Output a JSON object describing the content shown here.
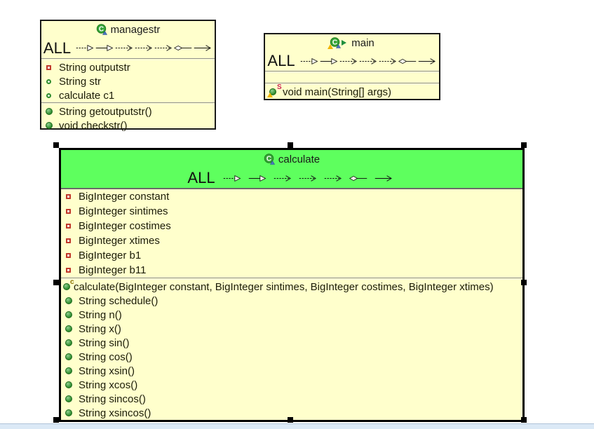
{
  "diagram": {
    "type": "uml-class-diagram",
    "arrow_bar": {
      "label": "ALL",
      "arrows": [
        "realization-arrow",
        "generalization-arrow",
        "dependency-arrow",
        "dependency-arrow",
        "dependency-arrow",
        "aggregation-arrow",
        "association-arrow"
      ]
    },
    "colors": {
      "box_fill": "#ffffcc",
      "selected_header_fill": "#5eff5e",
      "box_border": "#1a1a1a",
      "selection_border": "#000000",
      "separator": "#8f8f8f",
      "bottom_strip": "#dbe9f6",
      "private_icon": "#c0392b",
      "public_icon": "#2e8b2e",
      "constructor_marker_color": "#8a7000",
      "static_marker_color": "#cc2255"
    },
    "icons": {
      "class-icon": "green circle with white letter C and blue triangle overlay",
      "runnable-class-icon": "green circle C with warning triangle and green play arrow",
      "private-field-icon": "hollow red square",
      "public-field-icon": "hollow green circle",
      "public-method-icon": "solid green sphere",
      "warning-icon": "small yellow triangle",
      "selection-handle": "small black square"
    }
  },
  "classes": [
    {
      "name": "managestr",
      "selected": false,
      "fields": [
        {
          "visibility": "private",
          "text": "String outputstr"
        },
        {
          "visibility": "public",
          "text": "String str"
        },
        {
          "visibility": "public",
          "text": "calculate c1"
        }
      ],
      "methods": [
        {
          "visibility": "public",
          "text": "String getoutputstr()"
        },
        {
          "visibility": "public",
          "text": "void checkstr()"
        }
      ]
    },
    {
      "name": "main",
      "selected": false,
      "fields": [],
      "methods": [
        {
          "visibility": "public",
          "modifier": "S",
          "text": "void main(String[] args)"
        }
      ]
    },
    {
      "name": "calculate",
      "selected": true,
      "fields": [
        {
          "visibility": "private",
          "text": "BigInteger constant"
        },
        {
          "visibility": "private",
          "text": "BigInteger sintimes"
        },
        {
          "visibility": "private",
          "text": "BigInteger costimes"
        },
        {
          "visibility": "private",
          "text": "BigInteger xtimes"
        },
        {
          "visibility": "private",
          "text": "BigInteger b1"
        },
        {
          "visibility": "private",
          "text": "BigInteger b11"
        }
      ],
      "methods": [
        {
          "visibility": "public",
          "modifier": "c",
          "text": "calculate(BigInteger constant, BigInteger sintimes, BigInteger costimes, BigInteger xtimes)"
        },
        {
          "visibility": "public",
          "text": "String schedule()"
        },
        {
          "visibility": "public",
          "text": "String n()"
        },
        {
          "visibility": "public",
          "text": "String x()"
        },
        {
          "visibility": "public",
          "text": "String sin()"
        },
        {
          "visibility": "public",
          "text": "String cos()"
        },
        {
          "visibility": "public",
          "text": "String xsin()"
        },
        {
          "visibility": "public",
          "text": "String xcos()"
        },
        {
          "visibility": "public",
          "text": "String sincos()"
        },
        {
          "visibility": "public",
          "text": "String xsincos()"
        }
      ]
    }
  ]
}
